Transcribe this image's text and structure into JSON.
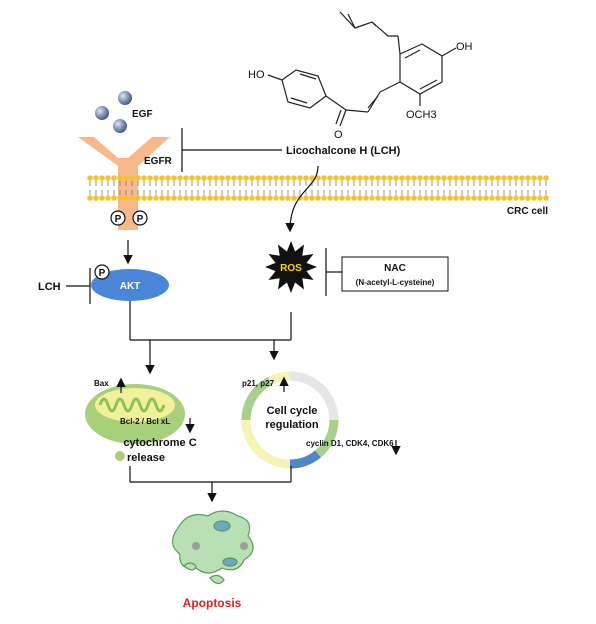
{
  "labels": {
    "egf": "EGF",
    "egfr": "EGFR",
    "lch_name": "Licochalcone H (LCH)",
    "crc_cell": "CRC cell",
    "phospho": "P",
    "lch_short": "LCH",
    "akt": "AKT",
    "ros": "ROS",
    "nac_title": "NAC",
    "nac_full": "(N-acetyl-L-cysteine)",
    "bax": "Bax",
    "bcl": "Bcl-2 / Bcl xL",
    "cytochrome_line1": "cytochrome C",
    "cytochrome_line2": "release",
    "p21_p27": "p21, p27",
    "cell_cycle_line1": "Cell cycle",
    "cell_cycle_line2": "regulation",
    "cyclin": "cyclin D1, CDK4, CDK6",
    "apoptosis": "Apoptosis"
  },
  "chemical": {
    "oh_left": "HO",
    "oh_right": "OH",
    "methoxy": "OCH3",
    "carbonyl_o": "O"
  },
  "colors": {
    "egfr": "#f7b98c",
    "membrane_head": "#f4c430",
    "akt": "#4a86d8",
    "ros_fill": "#111111",
    "ros_text": "#ffd400",
    "mito_outer": "#a8cf7a",
    "mito_inner": "#f2f09a",
    "cycle_green": "#a8d08d",
    "cycle_blue": "#4f86c6",
    "cycle_yellow": "#f7f2b6",
    "cycle_grey": "#e6e6e6",
    "apoptosis_cell": "#b8e0b4",
    "apoptosis_text": "#e02020",
    "egf_ball": "#6e82a8"
  }
}
